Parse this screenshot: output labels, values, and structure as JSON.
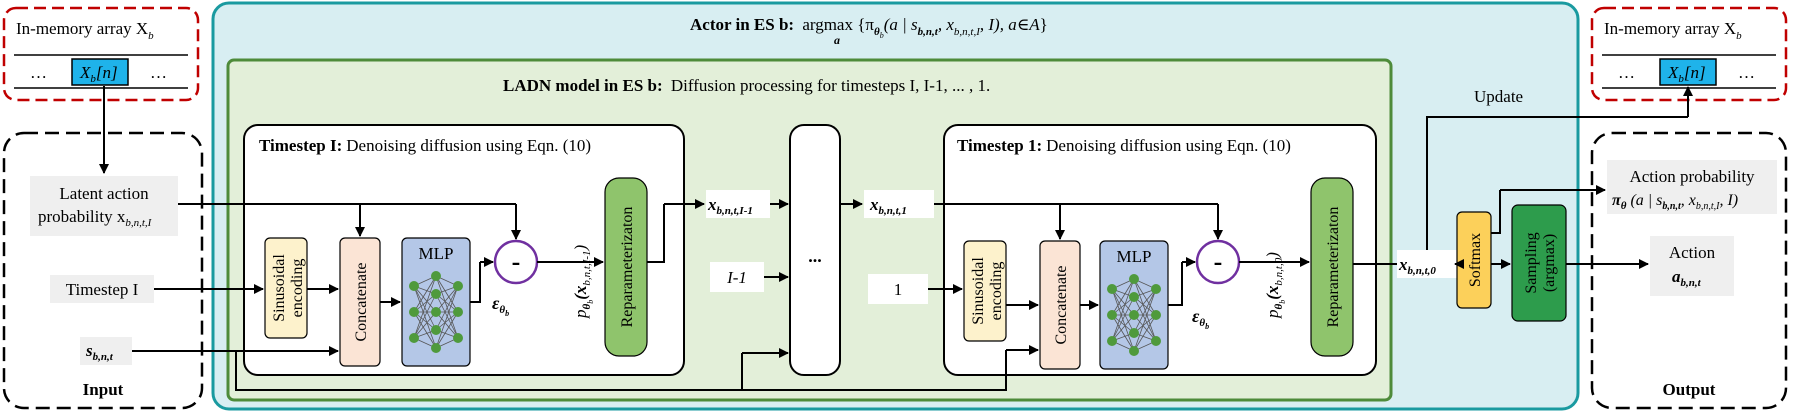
{
  "memory_left": {
    "title": "In-memory array X",
    "title_sub": "b",
    "dots_left": "…",
    "dots_right": "…",
    "cell": "X",
    "cell_sub": "b",
    "cell_index": "[n]"
  },
  "memory_right": {
    "title": "In-memory array X",
    "title_sub": "b",
    "dots_left": "…",
    "dots_right": "…",
    "cell": "X",
    "cell_sub": "b",
    "cell_index": "[n]"
  },
  "actor": {
    "title": "Actor in ES b:",
    "formula": "argmax {π",
    "formula_tail": "(a | s",
    "formula_tail2": ", x",
    "formula_tail3": ", I), a∈",
    "formula_end": "}",
    "under": "a",
    "theta": "θ",
    "theta_sub": "b",
    "s_sub": "b,n,t",
    "x_sub": "b,n,t,I",
    "set_a": "A"
  },
  "ladn": {
    "title": "LADN model in ES b:",
    "desc": "Diffusion processing for timesteps I, I-1, ... , 1."
  },
  "input_box": {
    "label": "Input"
  },
  "output_box": {
    "label": "Output"
  },
  "inputs": {
    "latent_line1": "Latent action",
    "latent_line2": "probability x",
    "latent_sub": "b,n,t,I",
    "timestep": "Timestep I",
    "state": "s",
    "state_sub": "b,n,t"
  },
  "timestep_I": {
    "title": "Timestep I:",
    "desc": "Denoising diffusion using Eqn. (10)",
    "sinusoidal": [
      "Sinusoidal",
      "encoding"
    ],
    "concatenate": "Concatenate",
    "mlp": "MLP",
    "minus": "-",
    "eps": "ε",
    "eps_sub": "θ",
    "eps_subsub": "b",
    "p_label": "p",
    "p_sub": "θ",
    "p_subsub": "b",
    "p_arg": "(x",
    "p_arg_sub": "b,n,t,I-1",
    "p_close": ")",
    "reparam": "Reparameterizaton"
  },
  "middle": {
    "x_out": "x",
    "x_out_sub": "b,n,t,I-1",
    "step_label": "I-1",
    "ellipsis": "...",
    "x_in": "x",
    "x_in_sub": "b,n,t,1",
    "step_one": "1"
  },
  "timestep_1": {
    "title": "Timestep 1:",
    "desc": "Denoising diffusion using Eqn. (10)",
    "sinusoidal": [
      "Sinusoidal",
      "encoding"
    ],
    "concatenate": "Concatenate",
    "mlp": "MLP",
    "minus": "-",
    "eps": "ε",
    "eps_sub": "θ",
    "eps_subsub": "b",
    "p_label": "p",
    "p_sub": "θ",
    "p_subsub": "b",
    "p_arg": "(x",
    "p_arg_sub": "b,n,t,0",
    "p_close": ")",
    "reparam": "Reparameterizaton"
  },
  "post": {
    "x0": "x",
    "x0_sub": "b,n,t,0",
    "softmax": "Softmax",
    "sampling": [
      "Sampling",
      "(argmax)"
    ],
    "update": "Update",
    "action_prob_line1": "Action probability",
    "action_prob_pi": "π",
    "action_prob_theta": "θ",
    "action_prob_rest": " (a | s",
    "action_prob_s_sub": "b,n,t",
    "action_prob_x": ", x",
    "action_prob_x_sub": "b,n,t,I",
    "action_prob_end": ", I)",
    "action_line1": "Action",
    "action_var": "a",
    "action_sub": "b,n,t"
  },
  "colors": {
    "actor_fill": "#d8eef2",
    "actor_stroke": "#1a9aa0",
    "ladn_fill": "#e3efd9",
    "ladn_stroke": "#4e8b3a",
    "memory_cell": "#1fb3ea",
    "memory_border": "#c00000",
    "sinusoidal": "#fdf2cc",
    "concatenate": "#fbe4d5",
    "mlp": "#b4c7e7",
    "reparam": "#8fc46c",
    "softmax": "#fcd05a",
    "sampling": "#2d9c4c",
    "minus_ring": "#7030a0",
    "label_bg": "#efefef"
  }
}
